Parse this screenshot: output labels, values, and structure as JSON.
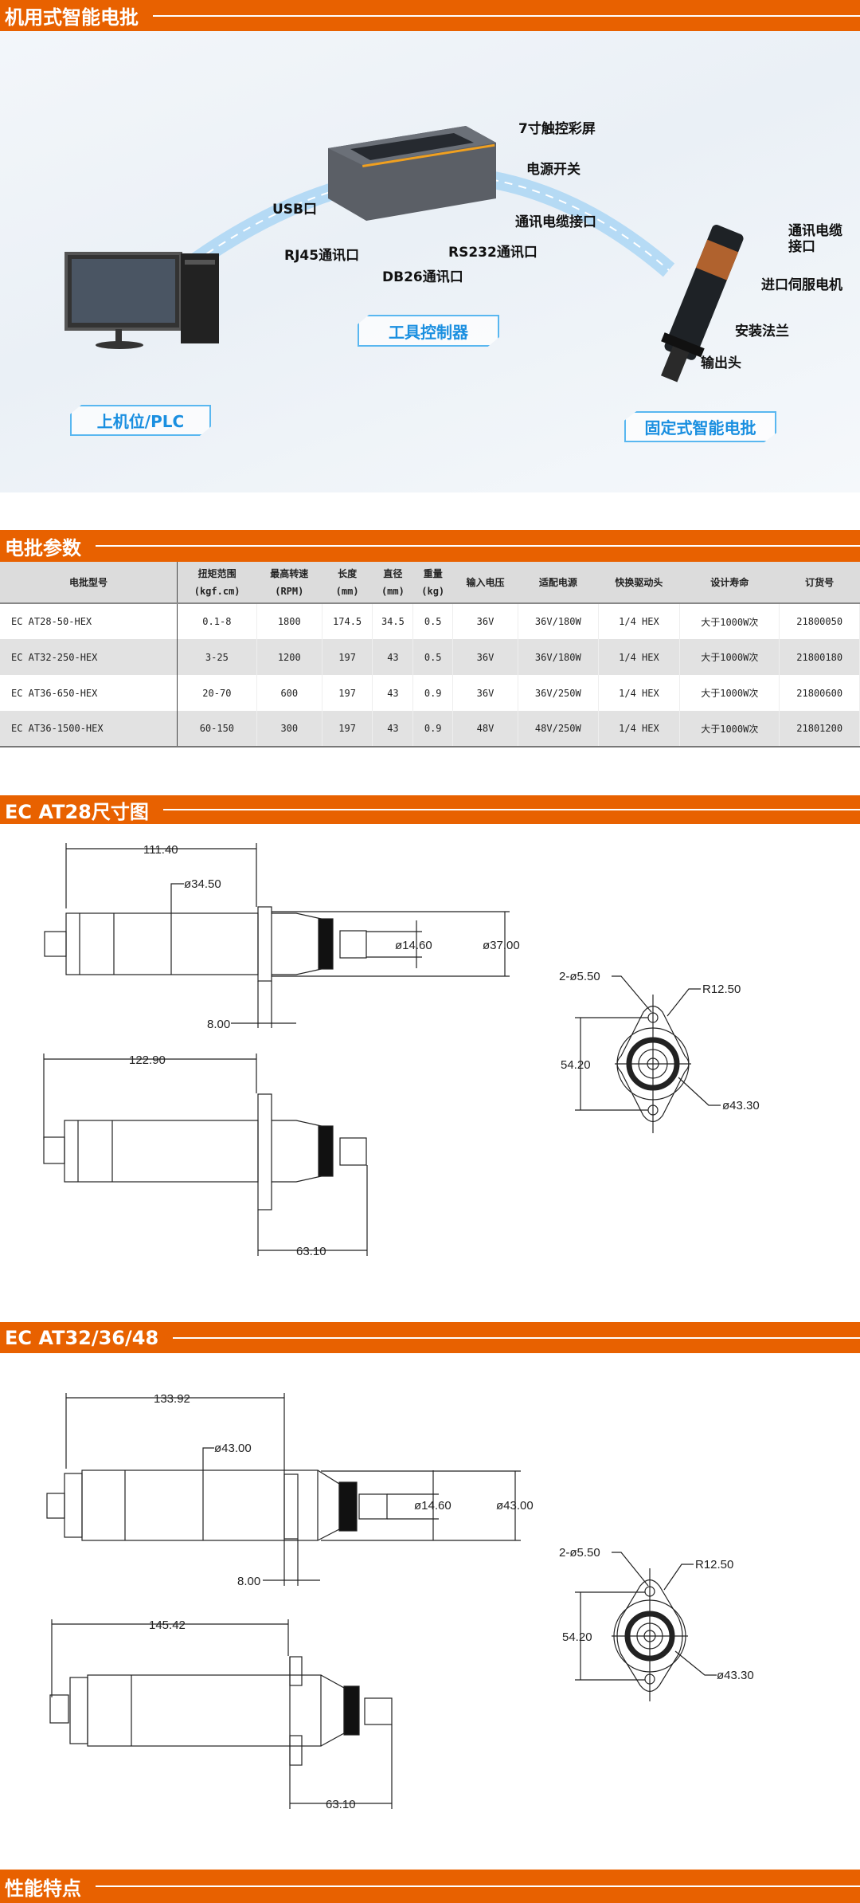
{
  "sections": {
    "s1": "机用式智能电批",
    "s2": "电批参数",
    "s3": "EC AT28尺寸图",
    "s4": "EC AT32/36/48",
    "s5": "性能特点"
  },
  "hero": {
    "labels": {
      "screen": "7寸触控彩屏",
      "power": "电源开关",
      "usb": "USB口",
      "cable": "通讯电缆接口",
      "rj45": "RJ45通讯口",
      "rs232": "RS232通讯口",
      "db26": "DB26通讯口",
      "drv_cable_1": "通讯电缆",
      "drv_cable_2": "接口",
      "motor": "进口伺服电机",
      "flange": "安装法兰",
      "output": "输出头"
    },
    "tags": {
      "controller": "工具控制器",
      "pc": "上机位/PLC",
      "driver": "固定式智能电批"
    }
  },
  "table": {
    "headers": [
      [
        "电批型号",
        ""
      ],
      [
        "扭矩范围",
        "(kgf.cm)"
      ],
      [
        "最高转速",
        "(RPM)"
      ],
      [
        "长度",
        "(mm)"
      ],
      [
        "直径",
        "(mm)"
      ],
      [
        "重量",
        "(kg)"
      ],
      [
        "输入电压",
        ""
      ],
      [
        "适配电源",
        ""
      ],
      [
        "快换驱动头",
        ""
      ],
      [
        "设计寿命",
        ""
      ],
      [
        "订货号",
        ""
      ]
    ],
    "rows": [
      [
        "EC AT28-50-HEX",
        "0.1-8",
        "1800",
        "174.5",
        "34.5",
        "0.5",
        "36V",
        "36V/180W",
        "1/4 HEX",
        "大于1000W次",
        "21800050"
      ],
      [
        "EC AT32-250-HEX",
        "3-25",
        "1200",
        "197",
        "43",
        "0.5",
        "36V",
        "36V/180W",
        "1/4 HEX",
        "大于1000W次",
        "21800180"
      ],
      [
        "EC AT36-650-HEX",
        "20-70",
        "600",
        "197",
        "43",
        "0.9",
        "36V",
        "36V/250W",
        "1/4 HEX",
        "大于1000W次",
        "21800600"
      ],
      [
        "EC AT36-1500-HEX",
        "60-150",
        "300",
        "197",
        "43",
        "0.9",
        "48V",
        "48V/250W",
        "1/4 HEX",
        "大于1000W次",
        "21801200"
      ]
    ]
  },
  "at28": {
    "len_top": "111.40",
    "dia_body": "ø34.50",
    "dia_bit": "ø14.60",
    "dia_nose": "ø37.00",
    "flange_t": "8.00",
    "len_bottom": "122.90",
    "nose_len": "63.10",
    "holes": "2-ø5.50",
    "radius": "R12.50",
    "hole_pitch": "54.20",
    "flange_dia": "ø43.30"
  },
  "at32": {
    "len_top": "133.92",
    "dia_body": "ø43.00",
    "dia_bit": "ø14.60",
    "dia_nose": "ø43.00",
    "flange_t": "8.00",
    "len_bottom": "145.42",
    "nose_len": "63.10",
    "holes": "2-ø5.50",
    "radius": "R12.50",
    "hole_pitch": "54.20",
    "flange_dia": "ø43.30"
  }
}
